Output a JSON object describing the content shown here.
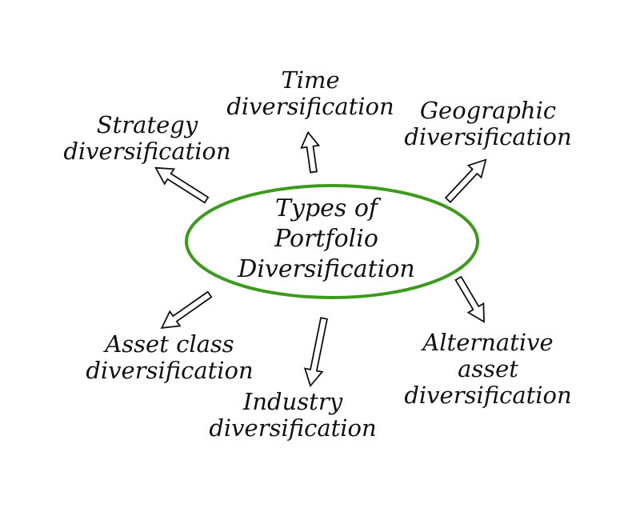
{
  "center": {
    "lines": [
      "Types of",
      "Portfolio",
      "Diversification"
    ]
  },
  "nodes": {
    "time": {
      "lines": [
        "Time",
        "diversification"
      ]
    },
    "strategy": {
      "lines": [
        "Strategy",
        "diversification"
      ]
    },
    "geographic": {
      "lines": [
        "Geographic",
        "diversification"
      ]
    },
    "asset_class": {
      "lines": [
        "Asset class",
        "diversification"
      ]
    },
    "industry": {
      "lines": [
        "Industry",
        "diversification"
      ]
    },
    "alternative": {
      "lines": [
        "Alternative",
        "asset",
        "diversification"
      ]
    }
  },
  "colors": {
    "ellipse": "#3c9a1c",
    "text": "#111111",
    "arrow": "#111111"
  }
}
